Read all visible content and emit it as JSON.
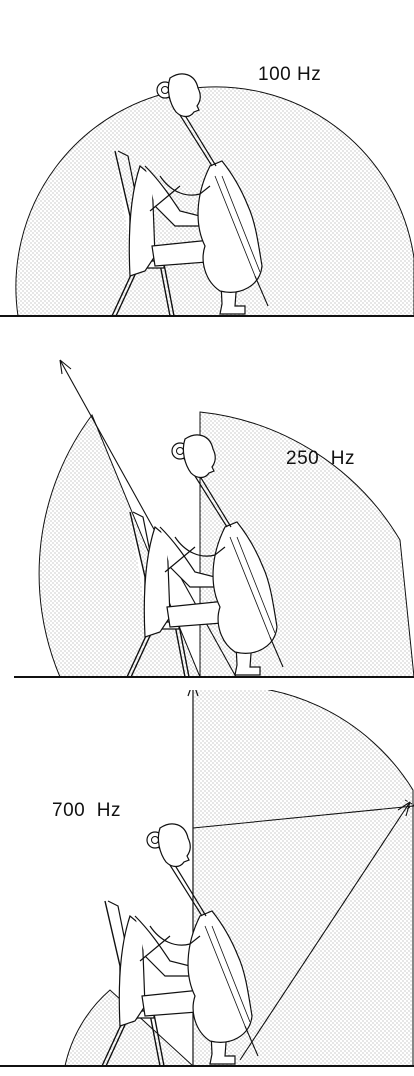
{
  "panels": [
    {
      "label": "100 Hz"
    },
    {
      "label": "250  Hz"
    },
    {
      "label": "700  Hz"
    }
  ],
  "colors": {
    "ink": "#111111",
    "dots": "#8a8a8a",
    "background": "#ffffff"
  }
}
